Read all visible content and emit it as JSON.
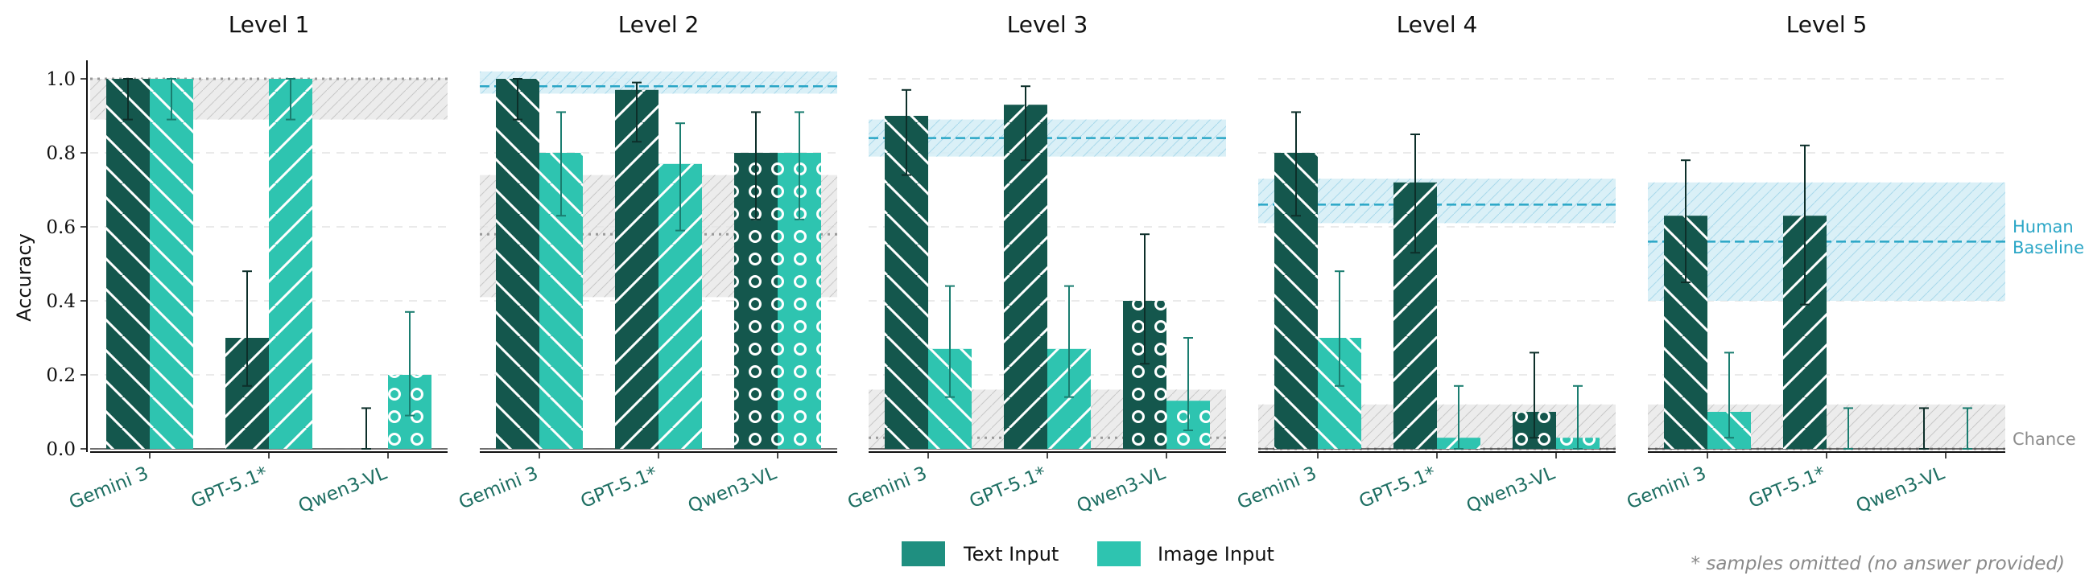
{
  "chart_data": {
    "type": "bar",
    "ylabel": "Accuracy",
    "ylim": [
      0,
      1.05
    ],
    "yticks": [
      "0.0",
      "0.2",
      "0.4",
      "0.6",
      "0.8",
      "1.0"
    ],
    "ytick_values": [
      0,
      0.2,
      0.4,
      0.6,
      0.8,
      1.0
    ],
    "grid": "y-dashed",
    "categories": [
      "Gemini 3",
      "GPT-5.1*",
      "Qwen3-VL"
    ],
    "legend": {
      "placement": "bottom-center",
      "entries": [
        "Text Input",
        "Image Input"
      ]
    },
    "colors": {
      "text_input": "#14574d",
      "image_input": "#2ec4b0",
      "legend_text": "#1f8f80",
      "human": "#2aa6c6",
      "human_band": "#d4edf6",
      "chance": "#9a9a9a",
      "chance_band": "#e6e6e6",
      "category_label": "#1d6e62"
    },
    "series": [
      {
        "name": "Text Input",
        "hatch_by_category": [
          "diag-left",
          "diag-right",
          "circles"
        ]
      },
      {
        "name": "Image Input",
        "hatch_by_category": [
          "diag-left",
          "diag-right",
          "circles"
        ]
      }
    ],
    "panels": [
      {
        "title": "Level 1",
        "text": [
          1.0,
          0.3,
          0.0
        ],
        "text_err": [
          [
            0.89,
            1.0
          ],
          [
            0.17,
            0.48
          ],
          [
            0.0,
            0.11
          ]
        ],
        "image": [
          1.0,
          1.0,
          0.2
        ],
        "image_err": [
          [
            0.89,
            1.0
          ],
          [
            0.89,
            1.0
          ],
          [
            0.09,
            0.37
          ]
        ],
        "human": null,
        "human_band": null,
        "chance": 1.0,
        "chance_band": [
          0.89,
          1.0
        ]
      },
      {
        "title": "Level 2",
        "text": [
          1.0,
          0.97,
          0.8
        ],
        "text_err": [
          [
            0.89,
            1.0
          ],
          [
            0.83,
            0.99
          ],
          [
            0.62,
            0.91
          ]
        ],
        "image": [
          0.8,
          0.77,
          0.8
        ],
        "image_err": [
          [
            0.63,
            0.91
          ],
          [
            0.59,
            0.88
          ],
          [
            0.62,
            0.91
          ]
        ],
        "human": 0.98,
        "human_band": [
          0.96,
          1.02
        ],
        "chance": 0.58,
        "chance_band": [
          0.41,
          0.74
        ]
      },
      {
        "title": "Level 3",
        "text": [
          0.9,
          0.93,
          0.4
        ],
        "text_err": [
          [
            0.74,
            0.97
          ],
          [
            0.78,
            0.98
          ],
          [
            0.23,
            0.58
          ]
        ],
        "image": [
          0.27,
          0.27,
          0.13
        ],
        "image_err": [
          [
            0.14,
            0.44
          ],
          [
            0.14,
            0.44
          ],
          [
            0.05,
            0.3
          ]
        ],
        "human": 0.84,
        "human_band": [
          0.79,
          0.89
        ],
        "chance": 0.03,
        "chance_band": [
          0.0,
          0.16
        ]
      },
      {
        "title": "Level 4",
        "text": [
          0.8,
          0.72,
          0.1
        ],
        "text_err": [
          [
            0.63,
            0.91
          ],
          [
            0.53,
            0.85
          ],
          [
            0.03,
            0.26
          ]
        ],
        "image": [
          0.3,
          0.03,
          0.03
        ],
        "image_err": [
          [
            0.17,
            0.48
          ],
          [
            0.0,
            0.17
          ],
          [
            0.0,
            0.17
          ]
        ],
        "human": 0.66,
        "human_band": [
          0.61,
          0.73
        ],
        "chance": 0.0,
        "chance_band": [
          0.0,
          0.12
        ]
      },
      {
        "title": "Level 5",
        "text": [
          0.63,
          0.63,
          0.0
        ],
        "text_err": [
          [
            0.45,
            0.78
          ],
          [
            0.39,
            0.82
          ],
          [
            0.0,
            0.11
          ]
        ],
        "image": [
          0.1,
          0.0,
          0.0
        ],
        "image_err": [
          [
            0.03,
            0.26
          ],
          [
            0.0,
            0.11
          ],
          [
            0.0,
            0.11
          ]
        ],
        "human": 0.56,
        "human_band": [
          0.4,
          0.72
        ],
        "chance": 0.0,
        "chance_band": [
          0.0,
          0.12
        ]
      }
    ],
    "annotations": {
      "human_line1": "Human",
      "human_line2": "Baseline",
      "chance": "Chance",
      "footnote": "* samples omitted (no answer provided)"
    }
  }
}
